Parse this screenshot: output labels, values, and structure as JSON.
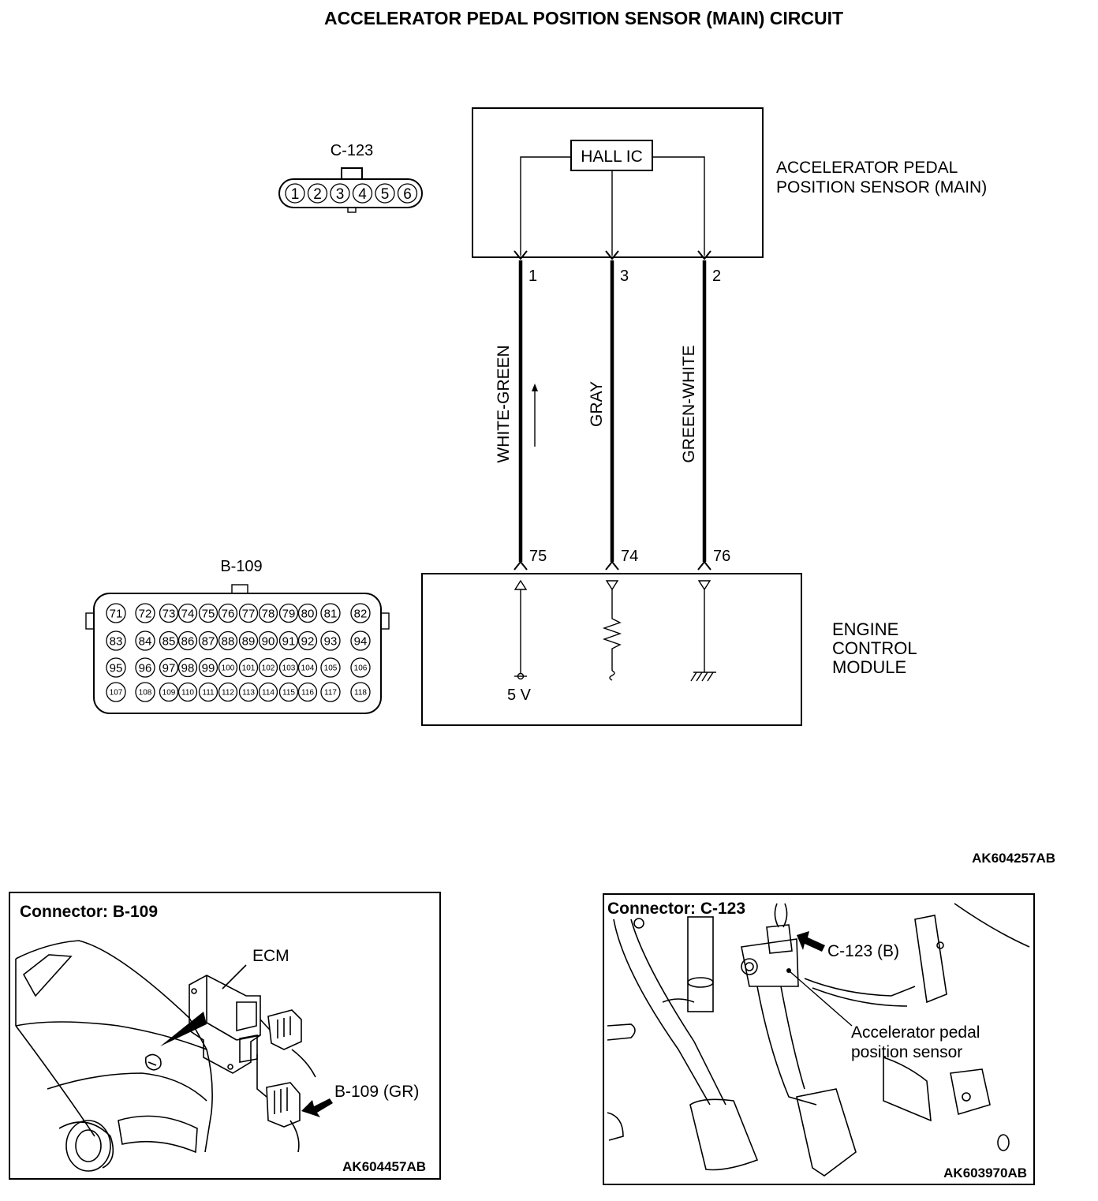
{
  "title": "ACCELERATOR PEDAL POSITION SENSOR (MAIN) CIRCUIT",
  "sensor": {
    "label_line1": "ACCELERATOR PEDAL",
    "label_line2": "POSITION SENSOR (MAIN)",
    "ic": "HALL IC"
  },
  "connector_c123": {
    "name": "C-123",
    "pins": [
      "1",
      "2",
      "3",
      "4",
      "5",
      "6"
    ]
  },
  "connector_b109": {
    "name": "B-109",
    "rows": [
      [
        "71",
        "72",
        "73",
        "74",
        "75",
        "76",
        "77",
        "78",
        "79",
        "80",
        "81",
        "82"
      ],
      [
        "83",
        "84",
        "85",
        "86",
        "87",
        "88",
        "89",
        "90",
        "91",
        "92",
        "93",
        "94"
      ],
      [
        "95",
        "96",
        "97",
        "98",
        "99",
        "100",
        "101",
        "102",
        "103",
        "104",
        "105",
        "106"
      ],
      [
        "107",
        "108",
        "109",
        "110",
        "111",
        "112",
        "113",
        "114",
        "115",
        "116",
        "117",
        "118"
      ]
    ]
  },
  "wires": [
    {
      "sensor_pin": "1",
      "ecm_pin": "75",
      "color": "WHITE-GREEN"
    },
    {
      "sensor_pin": "3",
      "ecm_pin": "74",
      "color": "GRAY"
    },
    {
      "sensor_pin": "2",
      "ecm_pin": "76",
      "color": "GREEN-WHITE"
    }
  ],
  "ecm": {
    "label_line1": "ENGINE",
    "label_line2": "CONTROL",
    "label_line3": "MODULE",
    "supply": "5 V"
  },
  "diagram_code": "AK604257AB",
  "panel_left": {
    "title": "Connector: B-109",
    "ecm_label": "ECM",
    "connector_label": "B-109 (GR)",
    "code": "AK604457AB"
  },
  "panel_right": {
    "title": "Connector: C-123",
    "connector_label": "C-123 (B)",
    "sensor_label_line1": "Accelerator pedal",
    "sensor_label_line2": "position sensor",
    "code": "AK603970AB"
  }
}
